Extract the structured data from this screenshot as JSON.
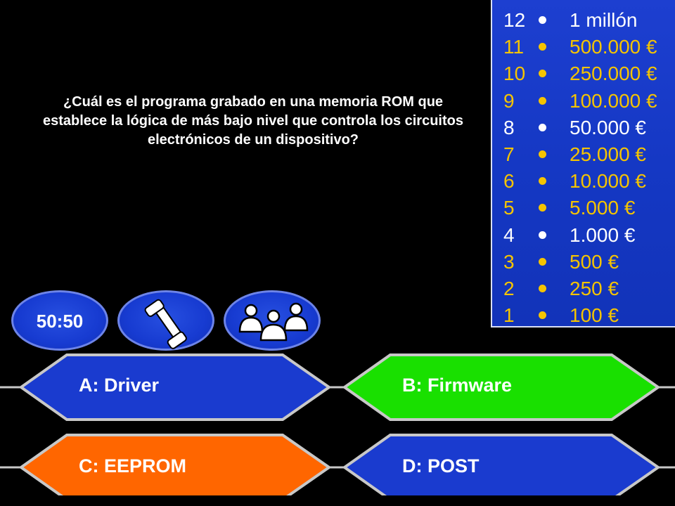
{
  "question": "¿Cuál es el programa grabado en una memoria ROM  que establece la lógica de más bajo nivel que controla los circuitos electrónicos de un dispositivo?",
  "ladder": [
    {
      "level": "12",
      "prize": "1 millón",
      "milestone": true
    },
    {
      "level": "11",
      "prize": "500.000 €",
      "milestone": false
    },
    {
      "level": "10",
      "prize": "250.000 €",
      "milestone": false
    },
    {
      "level": "9",
      "prize": "100.000 €",
      "milestone": false
    },
    {
      "level": "8",
      "prize": "50.000 €",
      "milestone": true
    },
    {
      "level": "7",
      "prize": "25.000 €",
      "milestone": false
    },
    {
      "level": "6",
      "prize": "10.000 €",
      "milestone": false
    },
    {
      "level": "5",
      "prize": "5.000 €",
      "milestone": false
    },
    {
      "level": "4",
      "prize": "1.000 €",
      "milestone": true
    },
    {
      "level": "3",
      "prize": "500 €",
      "milestone": false
    },
    {
      "level": "2",
      "prize": "250 €",
      "milestone": false
    },
    {
      "level": "1",
      "prize": "100 €",
      "milestone": false
    }
  ],
  "lifelines": {
    "fifty_fifty": "50:50",
    "phone_icon": "phone-icon",
    "audience_icon": "audience-icon"
  },
  "answers": {
    "a": "A:  Driver",
    "b": "B: Firmware",
    "c": "C:  EEPROM",
    "d": "D:  POST"
  },
  "colors": {
    "background": "#000000",
    "ladder_panel": "#1538c4",
    "milestone_text": "#ffffff",
    "prize_text": "#f5c400",
    "answer_default": "#1a3bcf",
    "answer_correct": "#19e000",
    "answer_selected": "#ff6600"
  }
}
